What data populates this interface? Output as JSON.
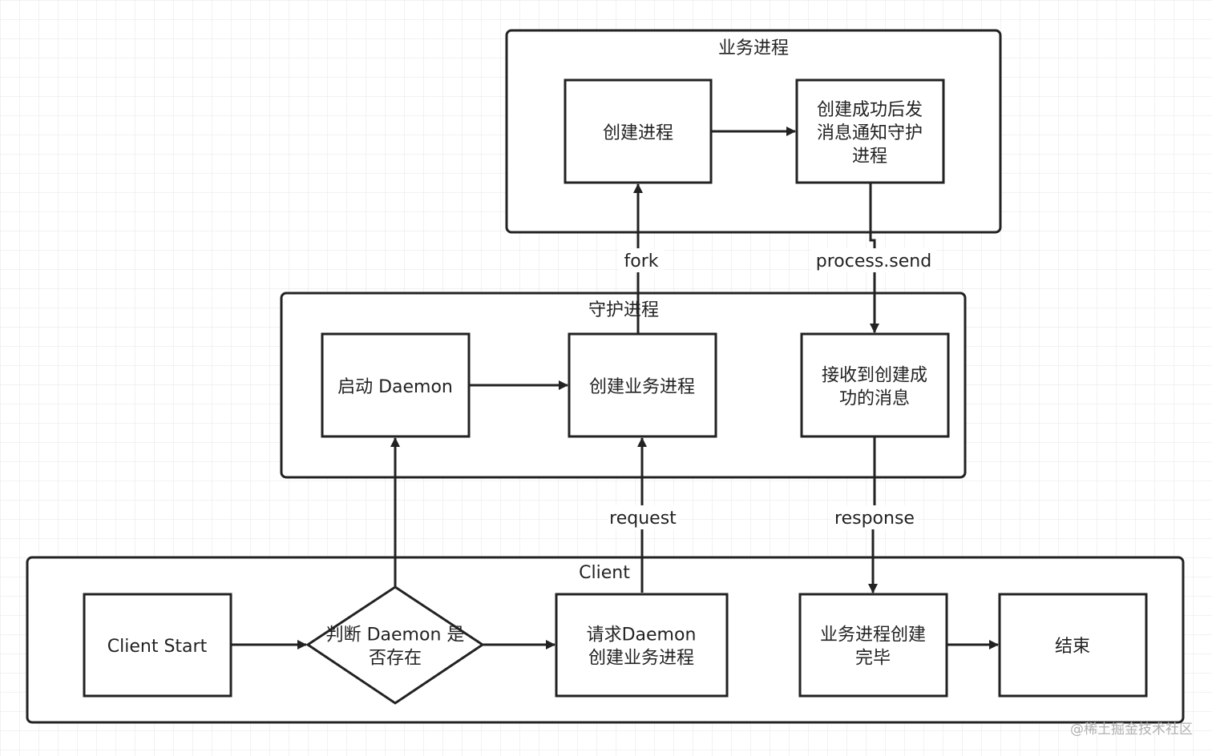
{
  "groups": {
    "business": {
      "title": "业务进程"
    },
    "daemon": {
      "title": "守护进程"
    },
    "client": {
      "title": "Client"
    }
  },
  "nodes": {
    "create_process": {
      "lines": [
        "创建进程"
      ]
    },
    "notify": {
      "lines": [
        "创建成功后发",
        "消息通知守护",
        "进程"
      ]
    },
    "start_daemon": {
      "lines": [
        "启动 Daemon"
      ]
    },
    "create_business": {
      "lines": [
        "创建业务进程"
      ]
    },
    "receive_msg": {
      "lines": [
        "接收到创建成",
        "功的消息"
      ]
    },
    "client_start": {
      "lines": [
        "Client Start"
      ]
    },
    "check_daemon": {
      "lines": [
        "判断 Daemon 是",
        "否存在"
      ]
    },
    "request_daemon": {
      "lines": [
        "请求Daemon",
        "创建业务进程"
      ]
    },
    "business_done": {
      "lines": [
        "业务进程创建",
        "完毕"
      ]
    },
    "end": {
      "lines": [
        "结束"
      ]
    }
  },
  "edges": {
    "fork": "fork",
    "process_send": "process.send",
    "request": "request",
    "response": "response"
  },
  "watermark": "@稀土掘金技术社区",
  "colors": {
    "stroke": "#222222",
    "grid": "#e6e6e6",
    "background": "#ffffff"
  }
}
